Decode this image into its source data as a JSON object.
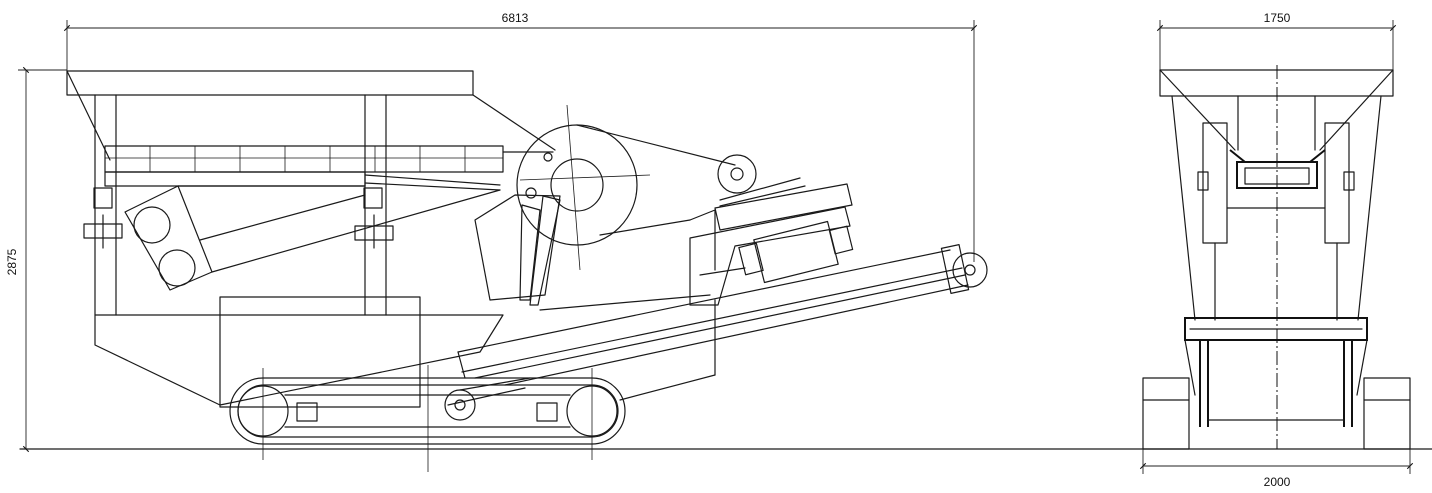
{
  "dimensions": {
    "overall_length": "6813",
    "overall_height": "2875",
    "top_width": "1750",
    "track_width": "2000"
  }
}
